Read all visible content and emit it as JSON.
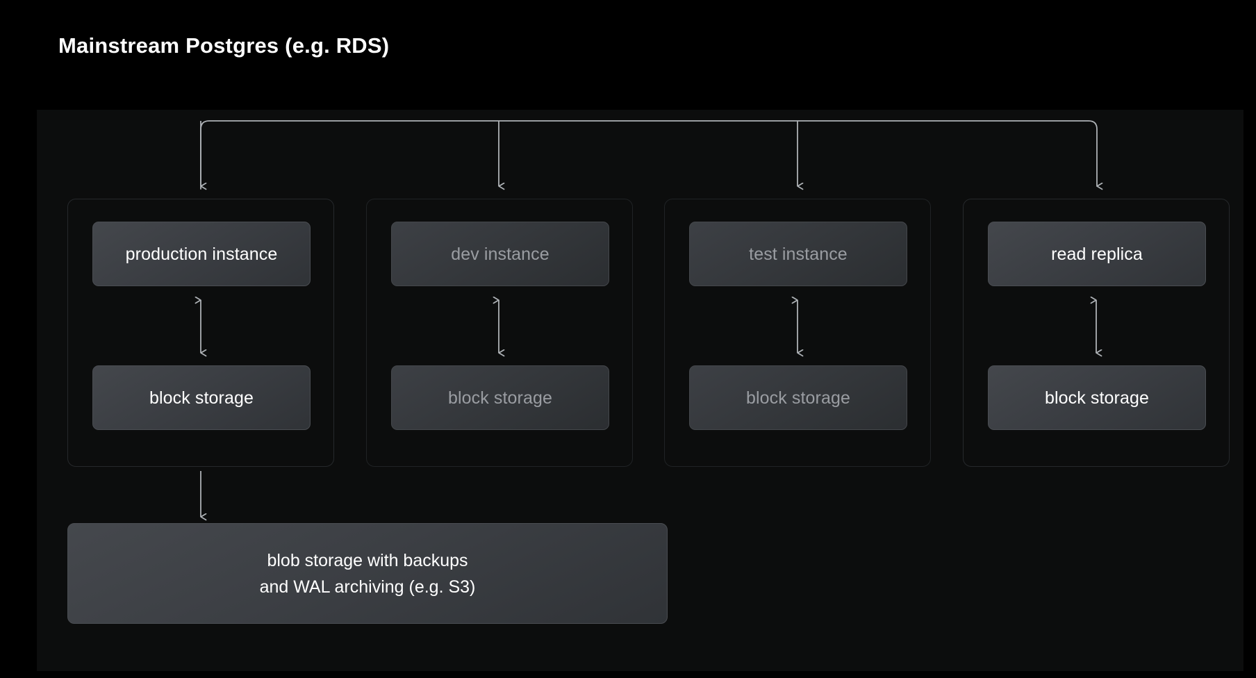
{
  "title": "Mainstream Postgres (e.g. RDS)",
  "colors": {
    "page_background": "#000000",
    "panel_background": "#0c0d0d",
    "connector": "#aeb2b6",
    "text_bright": "#ffffff",
    "text_dim": "#9a9da2",
    "node_border": "#4a4d52",
    "group_border": "#26292c"
  },
  "groups": [
    {
      "id": "production",
      "dimmed": false,
      "instance_label": "production instance",
      "storage_label": "block storage",
      "has_backup_arrow": true
    },
    {
      "id": "dev",
      "dimmed": true,
      "instance_label": "dev instance",
      "storage_label": "block storage",
      "has_backup_arrow": false
    },
    {
      "id": "test",
      "dimmed": true,
      "instance_label": "test instance",
      "storage_label": "block storage",
      "has_backup_arrow": false
    },
    {
      "id": "read-replica",
      "dimmed": false,
      "instance_label": "read replica",
      "storage_label": "block storage",
      "has_backup_arrow": false
    }
  ],
  "blob_storage": {
    "line1": "blob storage with backups",
    "line2": "and WAL archiving (e.g. S3)"
  },
  "connectors": {
    "bus_description": "horizontal distribution bus feeding four instance groups",
    "instance_storage_arrow": "bidirectional",
    "backup_arrow": "production block storage to blob storage"
  }
}
